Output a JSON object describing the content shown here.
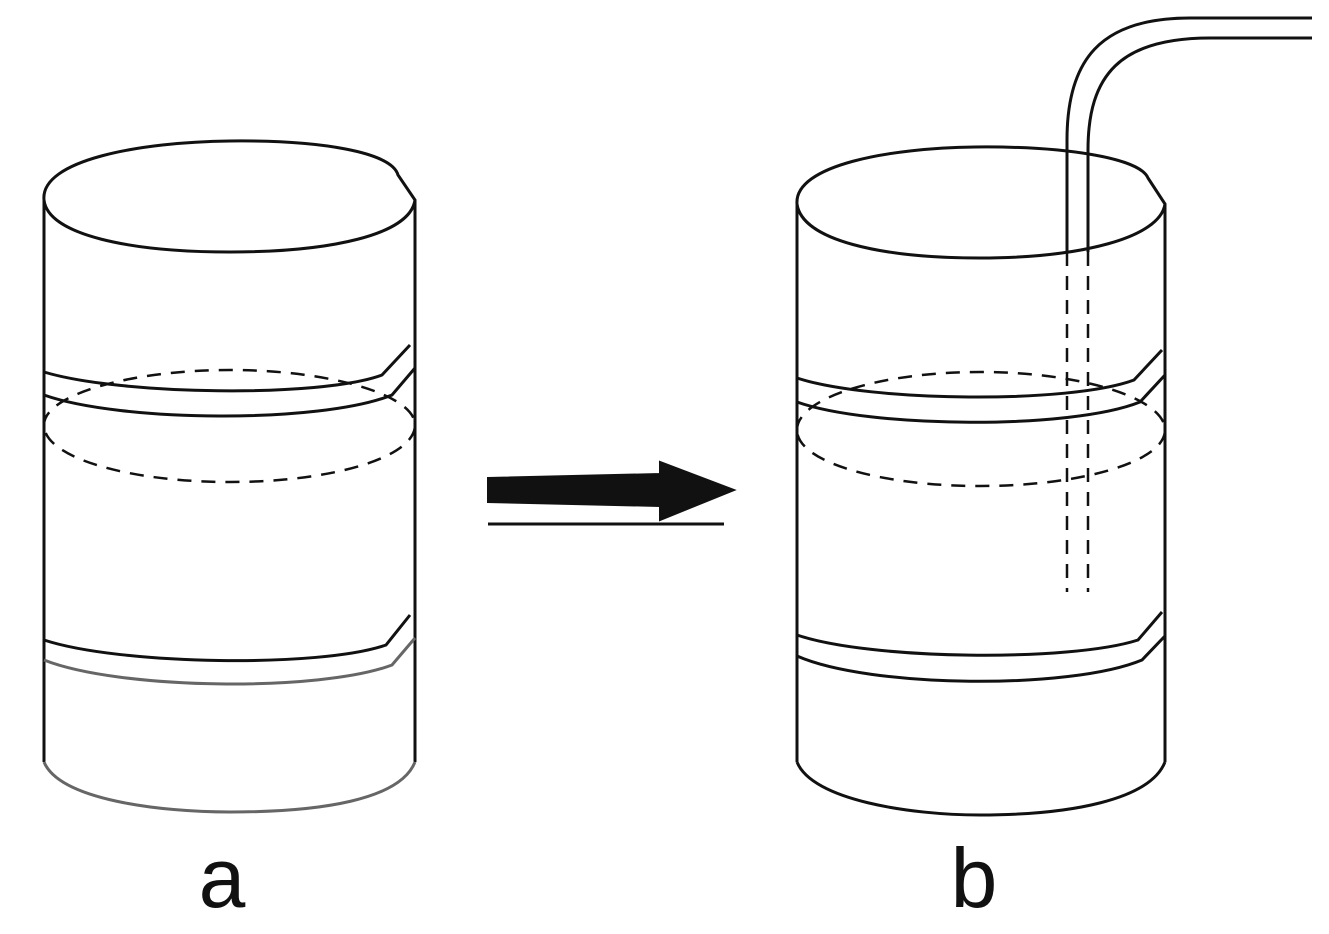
{
  "panels": [
    {
      "id": "a",
      "label": "a"
    },
    {
      "id": "b",
      "label": "b"
    }
  ],
  "colors": {
    "stroke": "#111111",
    "arrow_fill": "#111111",
    "background": "#ffffff"
  }
}
